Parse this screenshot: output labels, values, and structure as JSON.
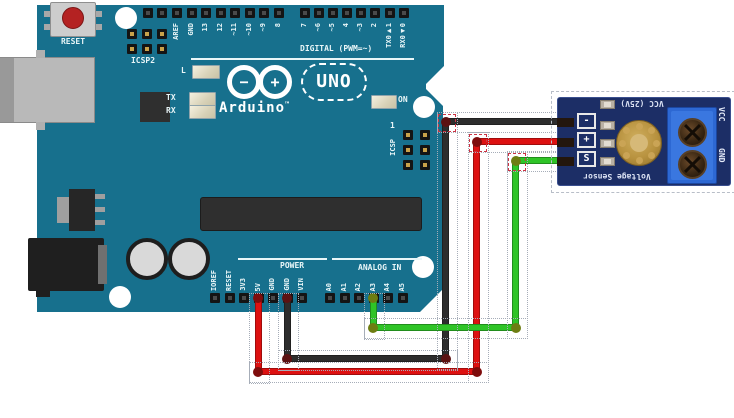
{
  "board": {
    "reset_button_label": "RESET",
    "icsp2_label": "ICSP2",
    "icsp_label": "ICSP",
    "icsp_pin1_label": "1",
    "digital_label": "DIGITAL (PWM=~)",
    "top_pins": [
      "AREF",
      "GND",
      "13",
      "12",
      "~11",
      "~10",
      "~9",
      "8",
      "7",
      "~6",
      "~5",
      "4",
      "~3",
      "2",
      "TX0▶1",
      "RX0◀0"
    ],
    "led_l_label": "L",
    "led_tx_label": "TX",
    "led_rx_label": "RX",
    "led_on_label": "ON",
    "logo_minus": "−",
    "logo_plus": "+",
    "brand": "Arduino",
    "brand_tm": "™",
    "model": "UNO",
    "power_label": "POWER",
    "power_pins": [
      "IOREF",
      "RESET",
      "3V3",
      "5V",
      "GND",
      "GND",
      "VIN"
    ],
    "analog_label": "ANALOG IN",
    "analog_pins": [
      "A0",
      "A1",
      "A2",
      "A3",
      "A4",
      "A5"
    ]
  },
  "sensor_module": {
    "top_label": "VCC (25V)",
    "bottom_label": "Voltage Sensor",
    "pin_labels": [
      "-",
      "+",
      "S"
    ],
    "terminal_labels": [
      "VCC",
      "GND"
    ]
  },
  "wires": [
    {
      "id": "red-5v",
      "color": "red",
      "hex": "#dd1111",
      "bend_hex": "#7e0c0c",
      "from": "Arduino 5V",
      "to": "Sensor +"
    },
    {
      "id": "black-gnd",
      "color": "black",
      "hex": "#2d2d2d",
      "bend_hex": "#5c1212",
      "from": "Arduino GND",
      "to": "Sensor -"
    },
    {
      "id": "green-signal",
      "color": "green",
      "hex": "#2fc427",
      "bend_hex": "#6d7d12",
      "from": "Arduino A3",
      "to": "Sensor S"
    }
  ],
  "colors": {
    "board_teal": "#17708d",
    "module_pcb_blue": "#1c2e66",
    "terminal_blue": "#2d68d3",
    "gold_pad": "#b8923f",
    "silkscreen": "#e9f6f8"
  }
}
